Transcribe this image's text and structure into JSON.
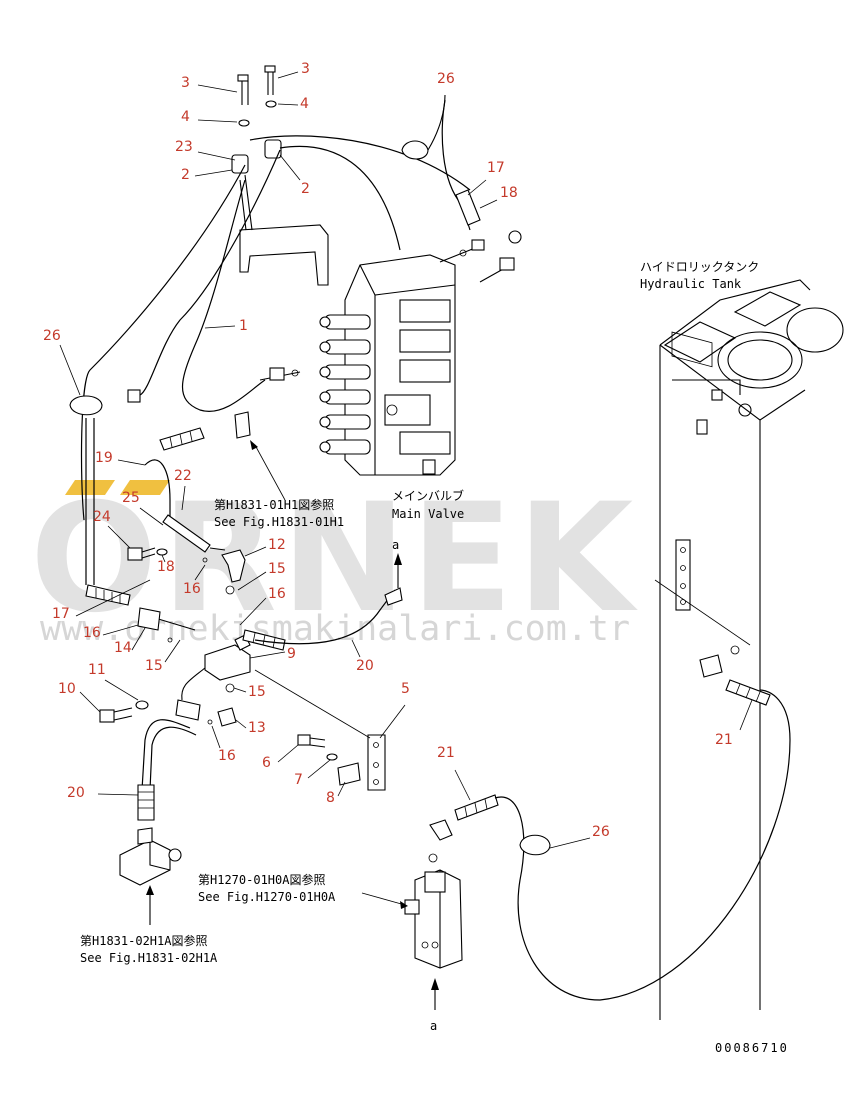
{
  "watermark": {
    "brand": "ORNEK",
    "url": "www.ornekismakinalari.com.tr",
    "accent_color": "#f0c040"
  },
  "colors": {
    "callout": "#c43a2b",
    "line": "#000000",
    "watermark": "#d9d9d9"
  },
  "labels": {
    "hydraulic_tank_jp": "ハイドロリックタンク",
    "hydraulic_tank_en": "Hydraulic Tank",
    "main_valve_jp": "メインバルブ",
    "main_valve_en": "Main Valve",
    "ref1_jp": "第H1831-01H1図参照",
    "ref1_en": "See Fig.H1831-01H1",
    "ref2_jp": "第H1270-01H0A図参照",
    "ref2_en": "See Fig.H1270-01H0A",
    "ref3_jp": "第H1831-02H1A図参照",
    "ref3_en": "See Fig.H1831-02H1A",
    "arrow_a_top": "a",
    "arrow_a_bottom": "a",
    "doc_number": "00086710"
  },
  "callouts": [
    "1",
    "2",
    "2",
    "3",
    "3",
    "4",
    "4",
    "5",
    "6",
    "7",
    "8",
    "9",
    "10",
    "11",
    "12",
    "13",
    "14",
    "15",
    "15",
    "15",
    "16",
    "16",
    "16",
    "16",
    "17",
    "17",
    "18",
    "18",
    "19",
    "20",
    "20",
    "21",
    "21",
    "22",
    "23",
    "24",
    "25",
    "26",
    "26",
    "26"
  ]
}
